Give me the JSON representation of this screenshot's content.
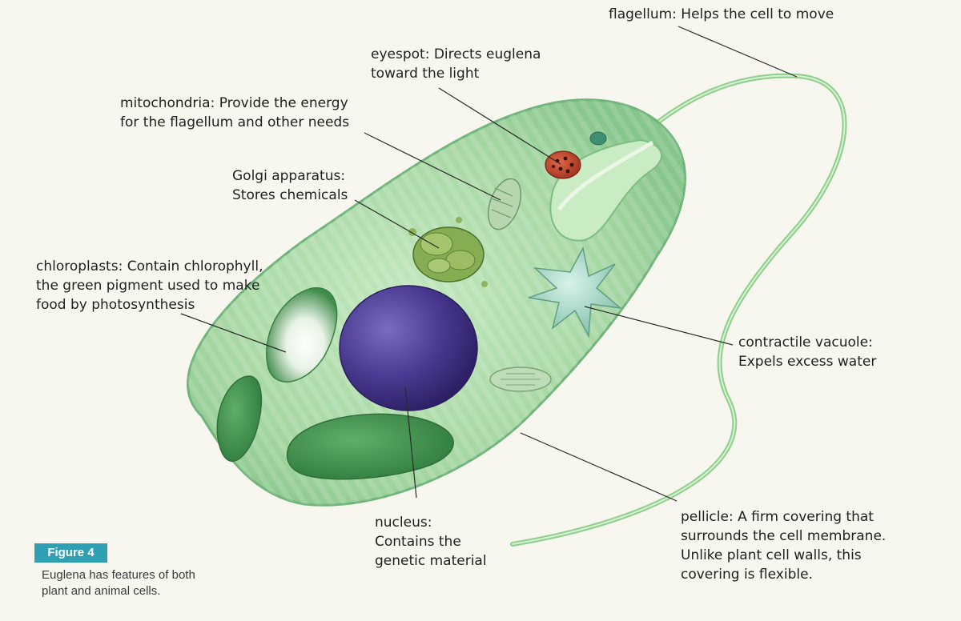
{
  "labels": {
    "flagellum": [
      "flagellum: Helps the cell to move"
    ],
    "eyespot": [
      "eyespot: Directs euglena",
      "toward the light"
    ],
    "mitochondria": [
      "mitochondria: Provide the energy",
      "for the flagellum and other needs"
    ],
    "golgi": [
      "Golgi apparatus:",
      "Stores chemicals"
    ],
    "chloroplasts": [
      "chloroplasts: Contain chlorophyll,",
      "the green pigment used to make",
      "food by photosynthesis"
    ],
    "contractile_vacuole": [
      "contractile vacuole:",
      "Expels excess water"
    ],
    "nucleus": [
      "nucleus:",
      "Contains the",
      "genetic material"
    ],
    "pellicle": [
      "pellicle: A firm covering that",
      "surrounds the cell membrane.",
      "Unlike plant cell walls, this",
      "covering is flexible."
    ]
  },
  "figure": {
    "badge": "Figure 4",
    "caption": [
      "Euglena has features of both",
      "plant and animal cells."
    ]
  },
  "colors": {
    "background": "#f7f6ef",
    "cell_body": "#a9d9a6",
    "cell_edge": "#6fb47a",
    "chloroplast": "#3e8f4c",
    "nucleus": "#4b3a8f",
    "eyespot": "#c0452a",
    "golgi": "#7fa64a",
    "vacuole": "#9fd6c4",
    "leader_line": "#2a2a2a",
    "badge": "#2f9fb4"
  }
}
